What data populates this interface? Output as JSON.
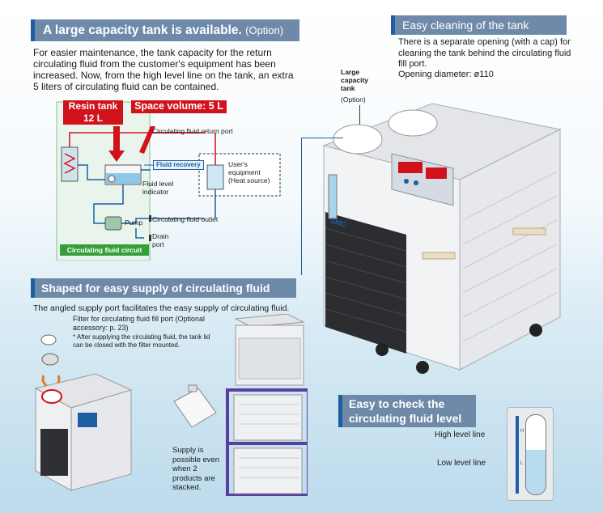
{
  "tank_section": {
    "title": "A large capacity tank is available.",
    "option": "(Option)",
    "body": "For easier maintenance, the tank capacity for the return circulating fluid from the customer's equipment has been increased. Now, from the high level line on the tank, an extra 5 liters of circulating fluid can be contained."
  },
  "circuit": {
    "resin_tank": "Resin tank 12 L",
    "space_volume": "Space volume: 5 L",
    "return_port": "Circulating fluid return port",
    "fluid_recovery": "Fluid recovery",
    "users_equipment": "User's equipment (Heat source)",
    "level_indicator": "Fluid level indicator",
    "outlet": "Circulating fluid outlet",
    "pump": "Pump",
    "drain": "Drain port",
    "circuit_label": "Circulating fluid circuit"
  },
  "cleaning": {
    "title": "Easy cleaning of the tank",
    "body": "There is a separate opening (with a cap) for cleaning the tank behind the circulating fluid fill port.",
    "diameter": "Opening diameter: ø110"
  },
  "large_tank_label": {
    "line1": "Large capacity tank",
    "option": "(Option)"
  },
  "supply": {
    "title": "Shaped for easy supply of circulating fluid",
    "body": "The angled supply port facilitates the easy supply of circulating fluid.",
    "filter": "Filter for circulating fluid fill port (Optional accessory: p. 23)",
    "filter_note": "After supplying the circulating fluid, the tank lid can be closed with the filter mounted.",
    "stacked": "Supply is possible even when 2 products are stacked."
  },
  "level_check": {
    "title": "Easy to check the circulating fluid level",
    "high": "High level line",
    "low": "Low level line",
    "mark_h": "H",
    "mark_l": "L"
  },
  "brand": "SMC",
  "colors": {
    "header": "#6f8aa8",
    "accent": "#1d5fa0",
    "red": "#d0121b",
    "green": "#35a03a"
  }
}
